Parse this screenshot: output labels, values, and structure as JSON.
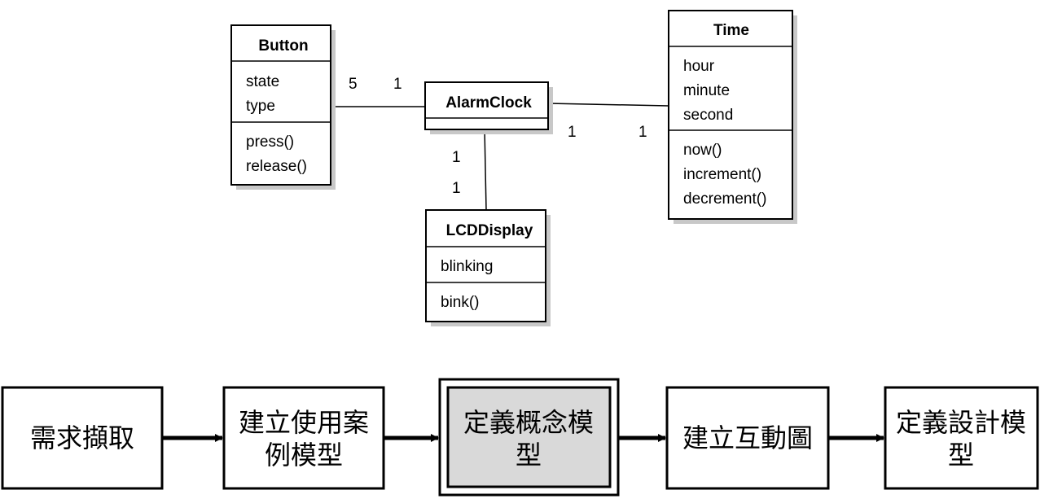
{
  "classes": {
    "button": {
      "name": "Button",
      "attributes": [
        "state",
        "type"
      ],
      "operations": [
        "press()",
        "release()"
      ]
    },
    "alarmclock": {
      "name": "AlarmClock",
      "attributes": [],
      "operations": []
    },
    "time": {
      "name": "Time",
      "attributes": [
        "hour",
        "minute",
        "second"
      ],
      "operations": [
        "now()",
        "increment()",
        "decrement()"
      ]
    },
    "lcddisplay": {
      "name": "LCDDisplay",
      "attributes": [
        "blinking"
      ],
      "operations": [
        "bink()"
      ]
    }
  },
  "associations": {
    "button_alarm": {
      "button_end": "5",
      "alarm_end": "1"
    },
    "alarm_time": {
      "alarm_end": "1",
      "time_end": "1"
    },
    "alarm_lcd": {
      "alarm_end": "1",
      "lcd_end": "1"
    }
  },
  "process_steps": [
    {
      "lines": [
        "需求擷取"
      ],
      "highlighted": false
    },
    {
      "lines": [
        "建立使用案",
        "例模型"
      ],
      "highlighted": false
    },
    {
      "lines": [
        "定義概念模",
        "型"
      ],
      "highlighted": true
    },
    {
      "lines": [
        "建立互動圖"
      ],
      "highlighted": false
    },
    {
      "lines": [
        "定義設計模",
        "型"
      ],
      "highlighted": false
    }
  ],
  "colors": {
    "highlight_fill": "#d9d9d9",
    "shadow": "#c8c8c8"
  }
}
